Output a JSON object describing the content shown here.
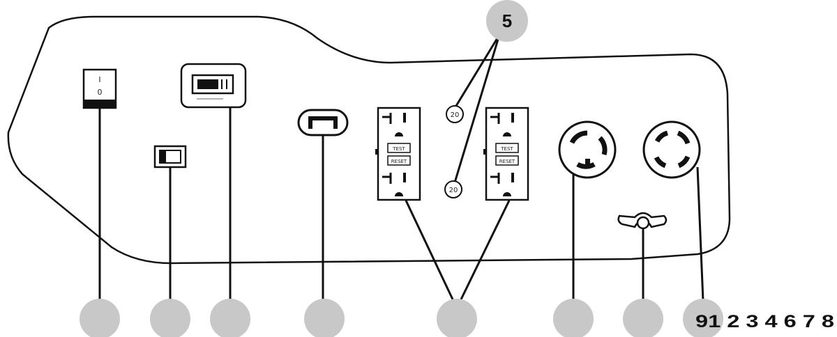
{
  "colors": {
    "stroke": "#111111",
    "callout_fill": "#c8c8c8",
    "background": "#ffffff"
  },
  "callouts": {
    "top_label": "5",
    "bottom_sequence": "91 2 3 4 6 7 8"
  },
  "switch_marks": {
    "on": "I",
    "off": "0"
  },
  "breaker_ratings": [
    "20",
    "20"
  ],
  "outlet_buttons": {
    "test": "TEST",
    "reset": "RESET"
  }
}
